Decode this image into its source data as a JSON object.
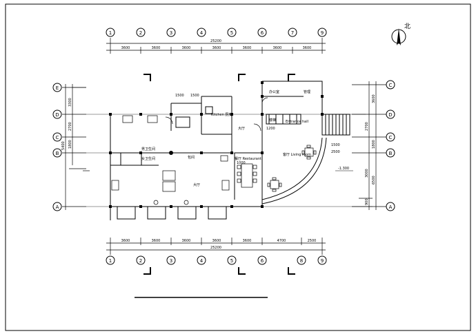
{
  "drawing": {
    "north_label": "北",
    "axes_top": [
      "1",
      "2",
      "3",
      "4",
      "5",
      "6",
      "7",
      "9"
    ],
    "axes_bottom": [
      "1",
      "2",
      "3",
      "4",
      "5",
      "6",
      "8",
      "9"
    ],
    "axes_left": [
      "E",
      "D",
      "C",
      "B",
      "A"
    ],
    "axes_right": [
      "C",
      "D",
      "C",
      "B",
      "A"
    ],
    "dims_top_segments": [
      "3600",
      "3600",
      "3600",
      "3600",
      "3600",
      "3600",
      "3600"
    ],
    "dims_top_total": "25200",
    "dims_bottom_segments": [
      "3600",
      "3600",
      "3600",
      "3600",
      "3600",
      "4700",
      "2500"
    ],
    "dims_bottom_total": "25200",
    "dims_left": [
      "3300",
      "2700",
      "1800",
      "5400"
    ],
    "dims_right": [
      "3600",
      "2700",
      "1800",
      "3000",
      "6500",
      "900"
    ],
    "rooms": {
      "kitchen": "Kitchen 厨房",
      "office": "办公室",
      "manager": "管理",
      "lounge": "大厅",
      "restaurant": "餐厅 Restaurant",
      "living": "客厅 Living room",
      "stair": "楼梯",
      "entrance": "Entrance hall",
      "toilet_m": "男卫生间",
      "toilet_f": "女卫生间",
      "vip": "包间",
      "elevation": "-1.300"
    },
    "small_dims": [
      "1500",
      "1500",
      "1500",
      "1200",
      "1000",
      "2500"
    ]
  }
}
